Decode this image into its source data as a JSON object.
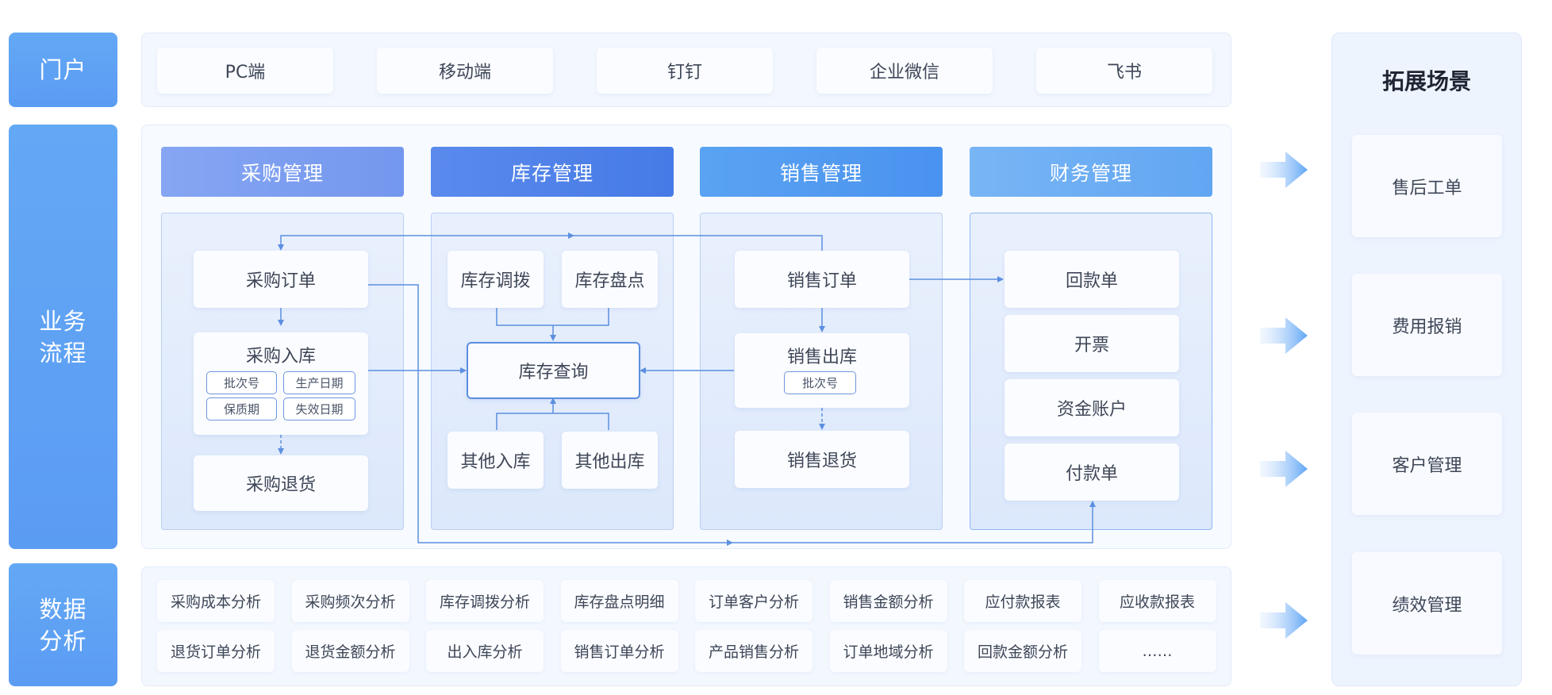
{
  "sections": {
    "portal": "门户",
    "business": "业务\n流程",
    "analysis": "数据\n分析"
  },
  "portal_items": [
    "PC端",
    "移动端",
    "钉钉",
    "企业微信",
    "飞书"
  ],
  "modules": {
    "purchase": {
      "header": "采购管理",
      "order": "采购订单",
      "inbound": "采购入库",
      "tags": [
        "批次号",
        "生产日期",
        "保质期",
        "失效日期"
      ],
      "return": "采购退货"
    },
    "inventory": {
      "header": "库存管理",
      "transfer": "库存调拨",
      "count": "库存盘点",
      "query": "库存查询",
      "other_in": "其他入库",
      "other_out": "其他出库"
    },
    "sales": {
      "header": "销售管理",
      "order": "销售订单",
      "outbound": "销售出库",
      "tag": "批次号",
      "return": "销售退货"
    },
    "finance": {
      "header": "财务管理",
      "items": [
        "回款单",
        "开票",
        "资金账户",
        "付款单"
      ]
    }
  },
  "analysis_rows": [
    [
      "采购成本分析",
      "采购频次分析",
      "库存调拨分析",
      "库存盘点明细",
      "订单客户分析",
      "销售金额分析",
      "应付款报表",
      "应收款报表"
    ],
    [
      "退货订单分析",
      "退货金额分析",
      "出入库分析",
      "销售订单分析",
      "产品销售分析",
      "订单地域分析",
      "回款金额分析",
      "……"
    ]
  ],
  "extension": {
    "title": "拓展场景",
    "items": [
      "售后工单",
      "费用报销",
      "客户管理",
      "绩效管理"
    ]
  },
  "colors": {
    "purchase_header": "#7c9ff0",
    "inventory_header": "#4f80e8",
    "sales_header": "#4a97f0",
    "finance_header": "#6aabf3",
    "connector": "#5b8fe0",
    "side_label": "#5b9cf3"
  },
  "icons": [
    "arrow-right-icon"
  ]
}
